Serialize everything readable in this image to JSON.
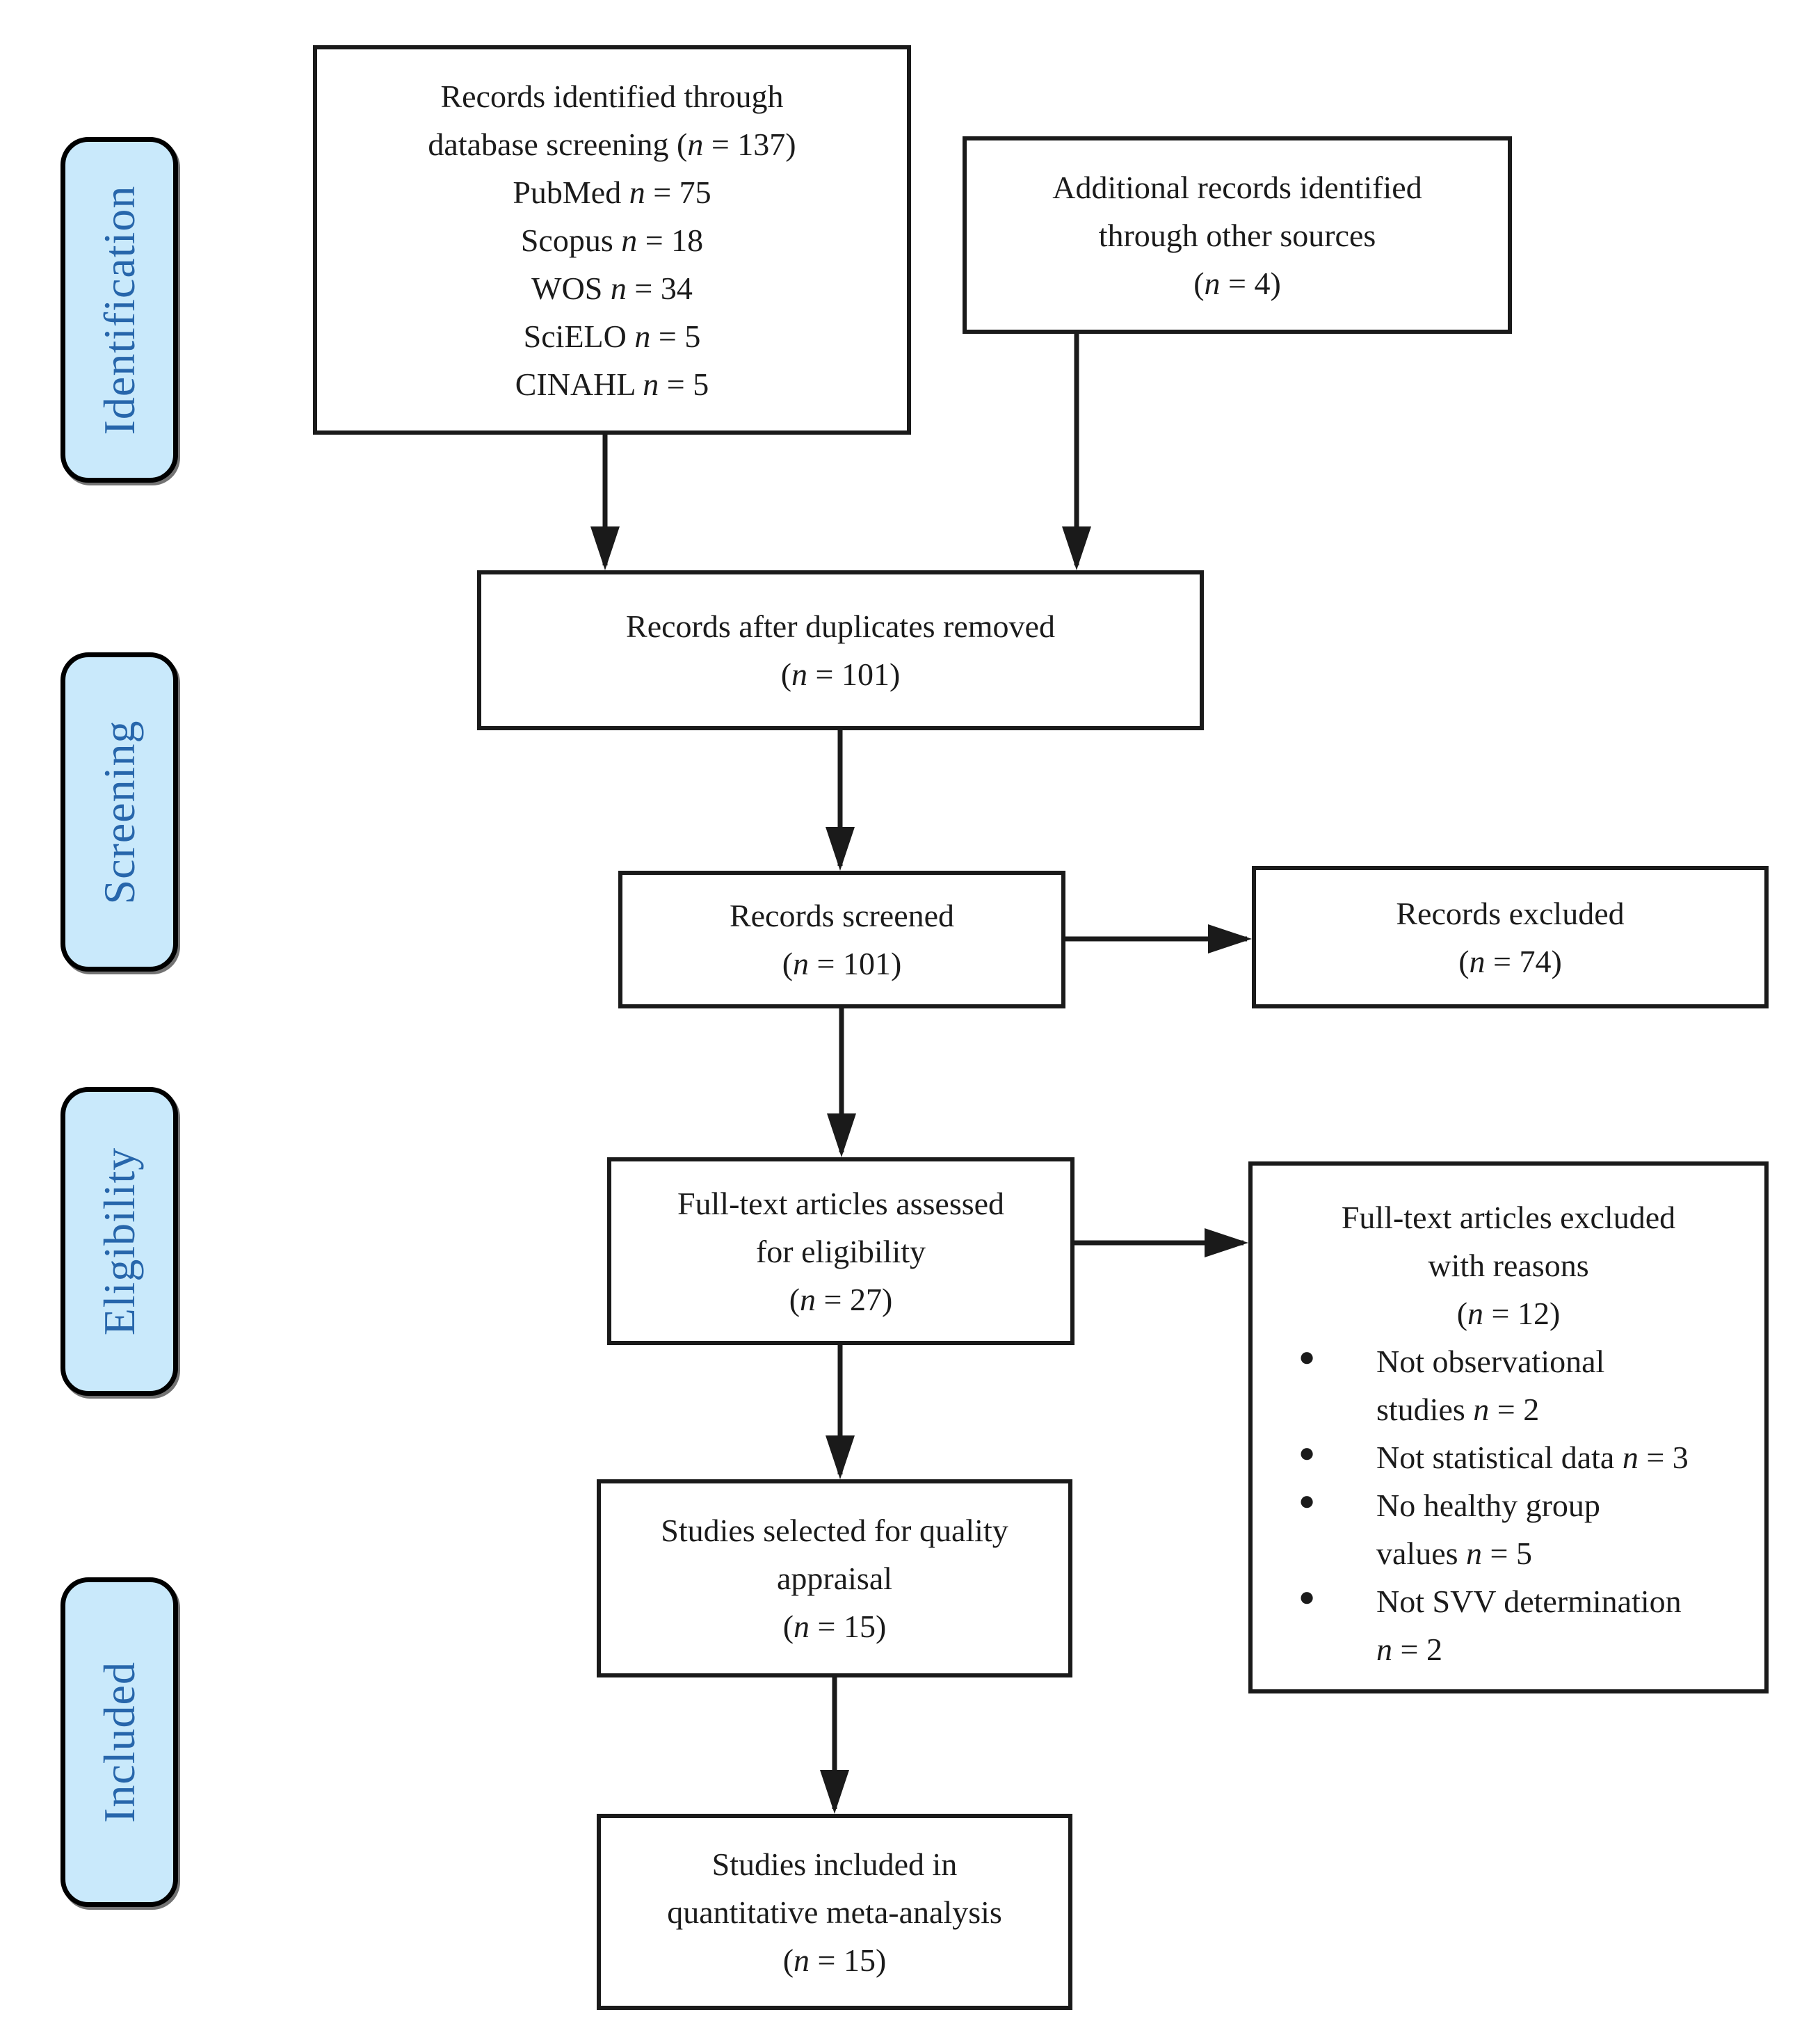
{
  "diagram": {
    "kind": "prisma-flow",
    "stages": [
      {
        "id": "identification",
        "label": "Identification"
      },
      {
        "id": "screening",
        "label": "Screening"
      },
      {
        "id": "eligibility",
        "label": "Eligibility"
      },
      {
        "id": "included",
        "label": "Included"
      }
    ],
    "boxes": {
      "records_identified": {
        "lines": [
          "Records identified through",
          "database screening (n = 137)",
          "PubMed n = 75",
          "Scopus n = 18",
          "WOS n = 34",
          "SciELO n = 5",
          "CINAHL n = 5"
        ]
      },
      "additional_records": {
        "lines": [
          "Additional records identified",
          "through other sources",
          "(n = 4)"
        ]
      },
      "after_duplicates": {
        "lines": [
          "Records after duplicates removed",
          "(n = 101)"
        ]
      },
      "records_screened": {
        "lines": [
          "Records screened",
          "(n = 101)"
        ]
      },
      "records_excluded": {
        "lines": [
          "Records excluded",
          "(n = 74)"
        ]
      },
      "fulltext_assessed": {
        "lines": [
          "Full-text articles assessed",
          "for eligibility",
          "(n = 27)"
        ]
      },
      "fulltext_excluded": {
        "heading": [
          "Full-text articles excluded",
          "with reasons",
          "(n = 12)"
        ],
        "bullet_glyph": "●",
        "bullets": [
          {
            "lines": [
              "Not observational",
              "studies n = 2"
            ]
          },
          {
            "lines": [
              "Not statistical data n = 3"
            ]
          },
          {
            "lines": [
              "No healthy group",
              "values n = 5"
            ]
          },
          {
            "lines": [
              "Not SVV determination",
              "n = 2"
            ]
          }
        ]
      },
      "quality_appraisal": {
        "lines": [
          "Studies selected for quality",
          "appraisal",
          "(n = 15)"
        ]
      },
      "included_meta": {
        "lines": [
          "Studies included in",
          "quantitative meta-analysis",
          "(n = 15)"
        ]
      }
    },
    "colors": {
      "stage_fill": "#C9E9FB",
      "stage_text": "#2766AB",
      "box_border": "#1A1A1A",
      "arrow": "#1A1A1A"
    }
  }
}
